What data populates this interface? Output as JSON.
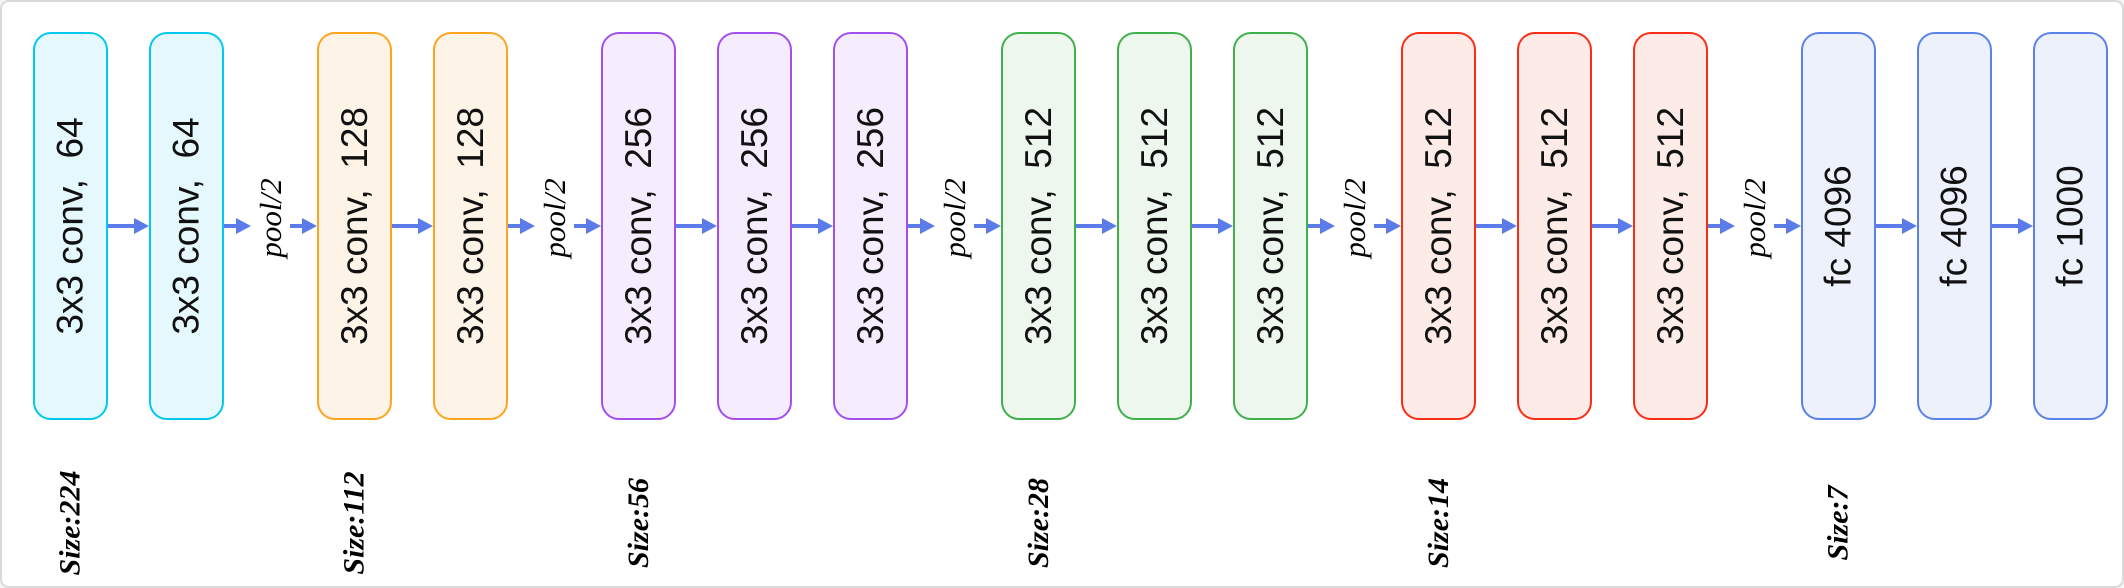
{
  "diagram": {
    "frame_color": "#d9d9d9",
    "arrow_color": "#5b7ce8",
    "pool_label": "pool/2",
    "groups": [
      {
        "id": "conv1",
        "border_color": "#00c8f0",
        "fill_color": "#e4f8fd",
        "size_label": "Size:224",
        "blocks": [
          "3x3 conv,  64",
          "3x3 conv,  64"
        ]
      },
      {
        "id": "conv2",
        "border_color": "#ffa41e",
        "fill_color": "#fdf3e6",
        "size_label": "Size:112",
        "blocks": [
          "3x3 conv,  128",
          "3x3 conv,  128"
        ]
      },
      {
        "id": "conv3",
        "border_color": "#a34ff0",
        "fill_color": "#f5edfd",
        "size_label": "Size:56",
        "blocks": [
          "3x3 conv,  256",
          "3x3 conv,  256",
          "3x3 conv,  256"
        ]
      },
      {
        "id": "conv4",
        "border_color": "#3fb04b",
        "fill_color": "#edf7ee",
        "size_label": "Size:28",
        "blocks": [
          "3x3 conv,  512",
          "3x3 conv,  512",
          "3x3 conv,  512"
        ]
      },
      {
        "id": "conv5",
        "border_color": "#fb2d15",
        "fill_color": "#fdebe8",
        "size_label": "Size:14",
        "blocks": [
          "3x3 conv,  512",
          "3x3 conv,  512",
          "3x3 conv,  512"
        ]
      },
      {
        "id": "fc",
        "border_color": "#5c81e9",
        "fill_color": "#edf1fc",
        "size_label": "Size:7",
        "blocks": [
          "fc 4096",
          "fc 4096",
          "fc 1000"
        ]
      }
    ]
  }
}
